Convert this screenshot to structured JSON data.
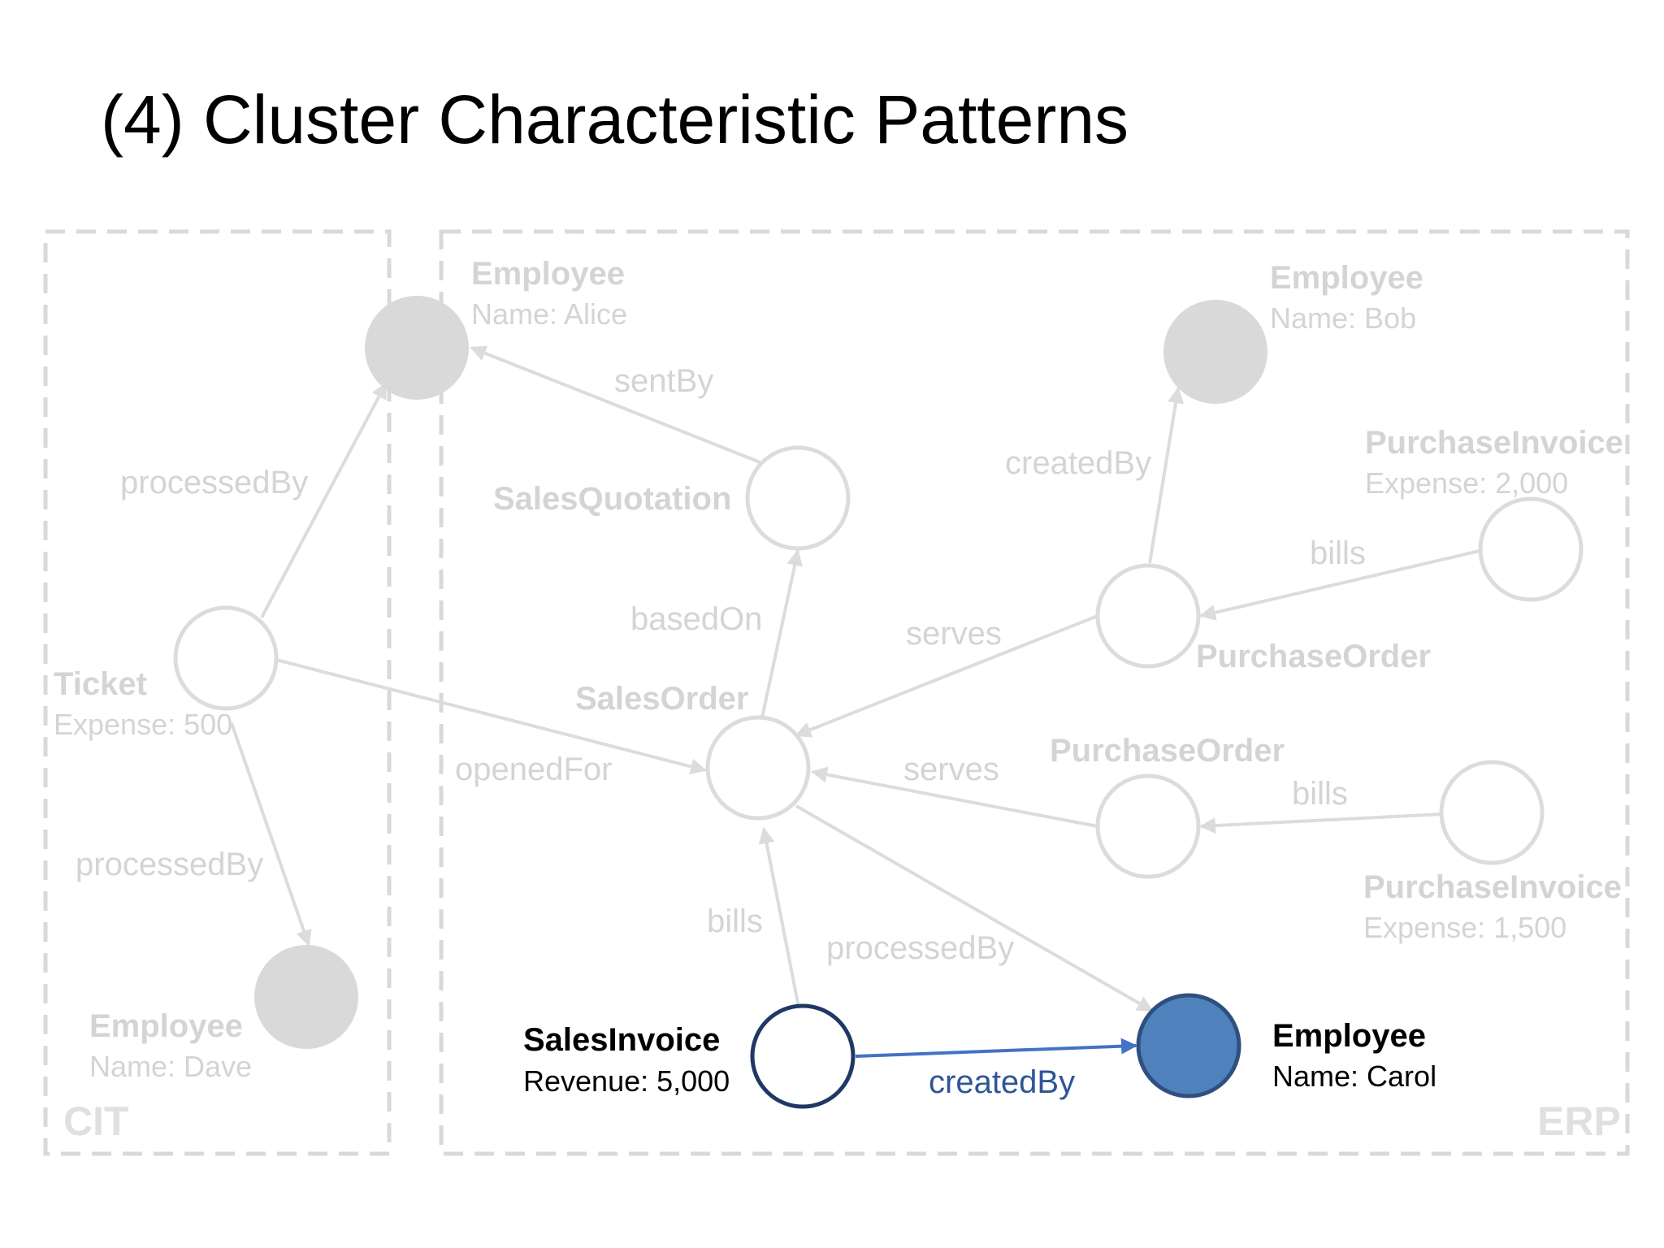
{
  "title": "(4) Cluster Characteristic Patterns",
  "regions": {
    "cit": "CIT",
    "erp": "ERP"
  },
  "nodes": {
    "alice": {
      "title": "Employee",
      "sub": "Name: Alice"
    },
    "bob": {
      "title": "Employee",
      "sub": "Name: Bob"
    },
    "sales_quotation": {
      "title": "SalesQuotation"
    },
    "purchase_invoice_top": {
      "title": "PurchaseInvoice",
      "sub": "Expense: 2,000"
    },
    "purchase_order_top": {
      "title": "PurchaseOrder"
    },
    "ticket": {
      "title": "Ticket",
      "sub": "Expense: 500"
    },
    "sales_order": {
      "title": "SalesOrder"
    },
    "purchase_order_bottom": {
      "title": "PurchaseOrder"
    },
    "purchase_invoice_bottom": {
      "title": "PurchaseInvoice",
      "sub": "Expense: 1,500"
    },
    "dave": {
      "title": "Employee",
      "sub": "Name: Dave"
    },
    "sales_invoice": {
      "title": "SalesInvoice",
      "sub": "Revenue: 5,000"
    },
    "carol": {
      "title": "Employee",
      "sub": "Name: Carol"
    }
  },
  "edges": {
    "ticket_alice": "processedBy",
    "quotation_alice": "sentBy",
    "order_quotation": "basedOn",
    "po_top_bob": "createdBy",
    "pi_top_po_top": "bills",
    "po_top_order": "serves",
    "ticket_order": "openedFor",
    "po_bottom_order": "serves",
    "pi_bottom_po_bottom": "bills",
    "ticket_dave": "processedBy",
    "invoice_order": "bills",
    "order_carol": "processedBy",
    "invoice_carol": "createdBy"
  },
  "colors": {
    "faded": "#dcdcdc",
    "highlight_node": "#4f81bd",
    "highlight_edge": "#4472c4",
    "highlight_text": "#2f5597"
  }
}
